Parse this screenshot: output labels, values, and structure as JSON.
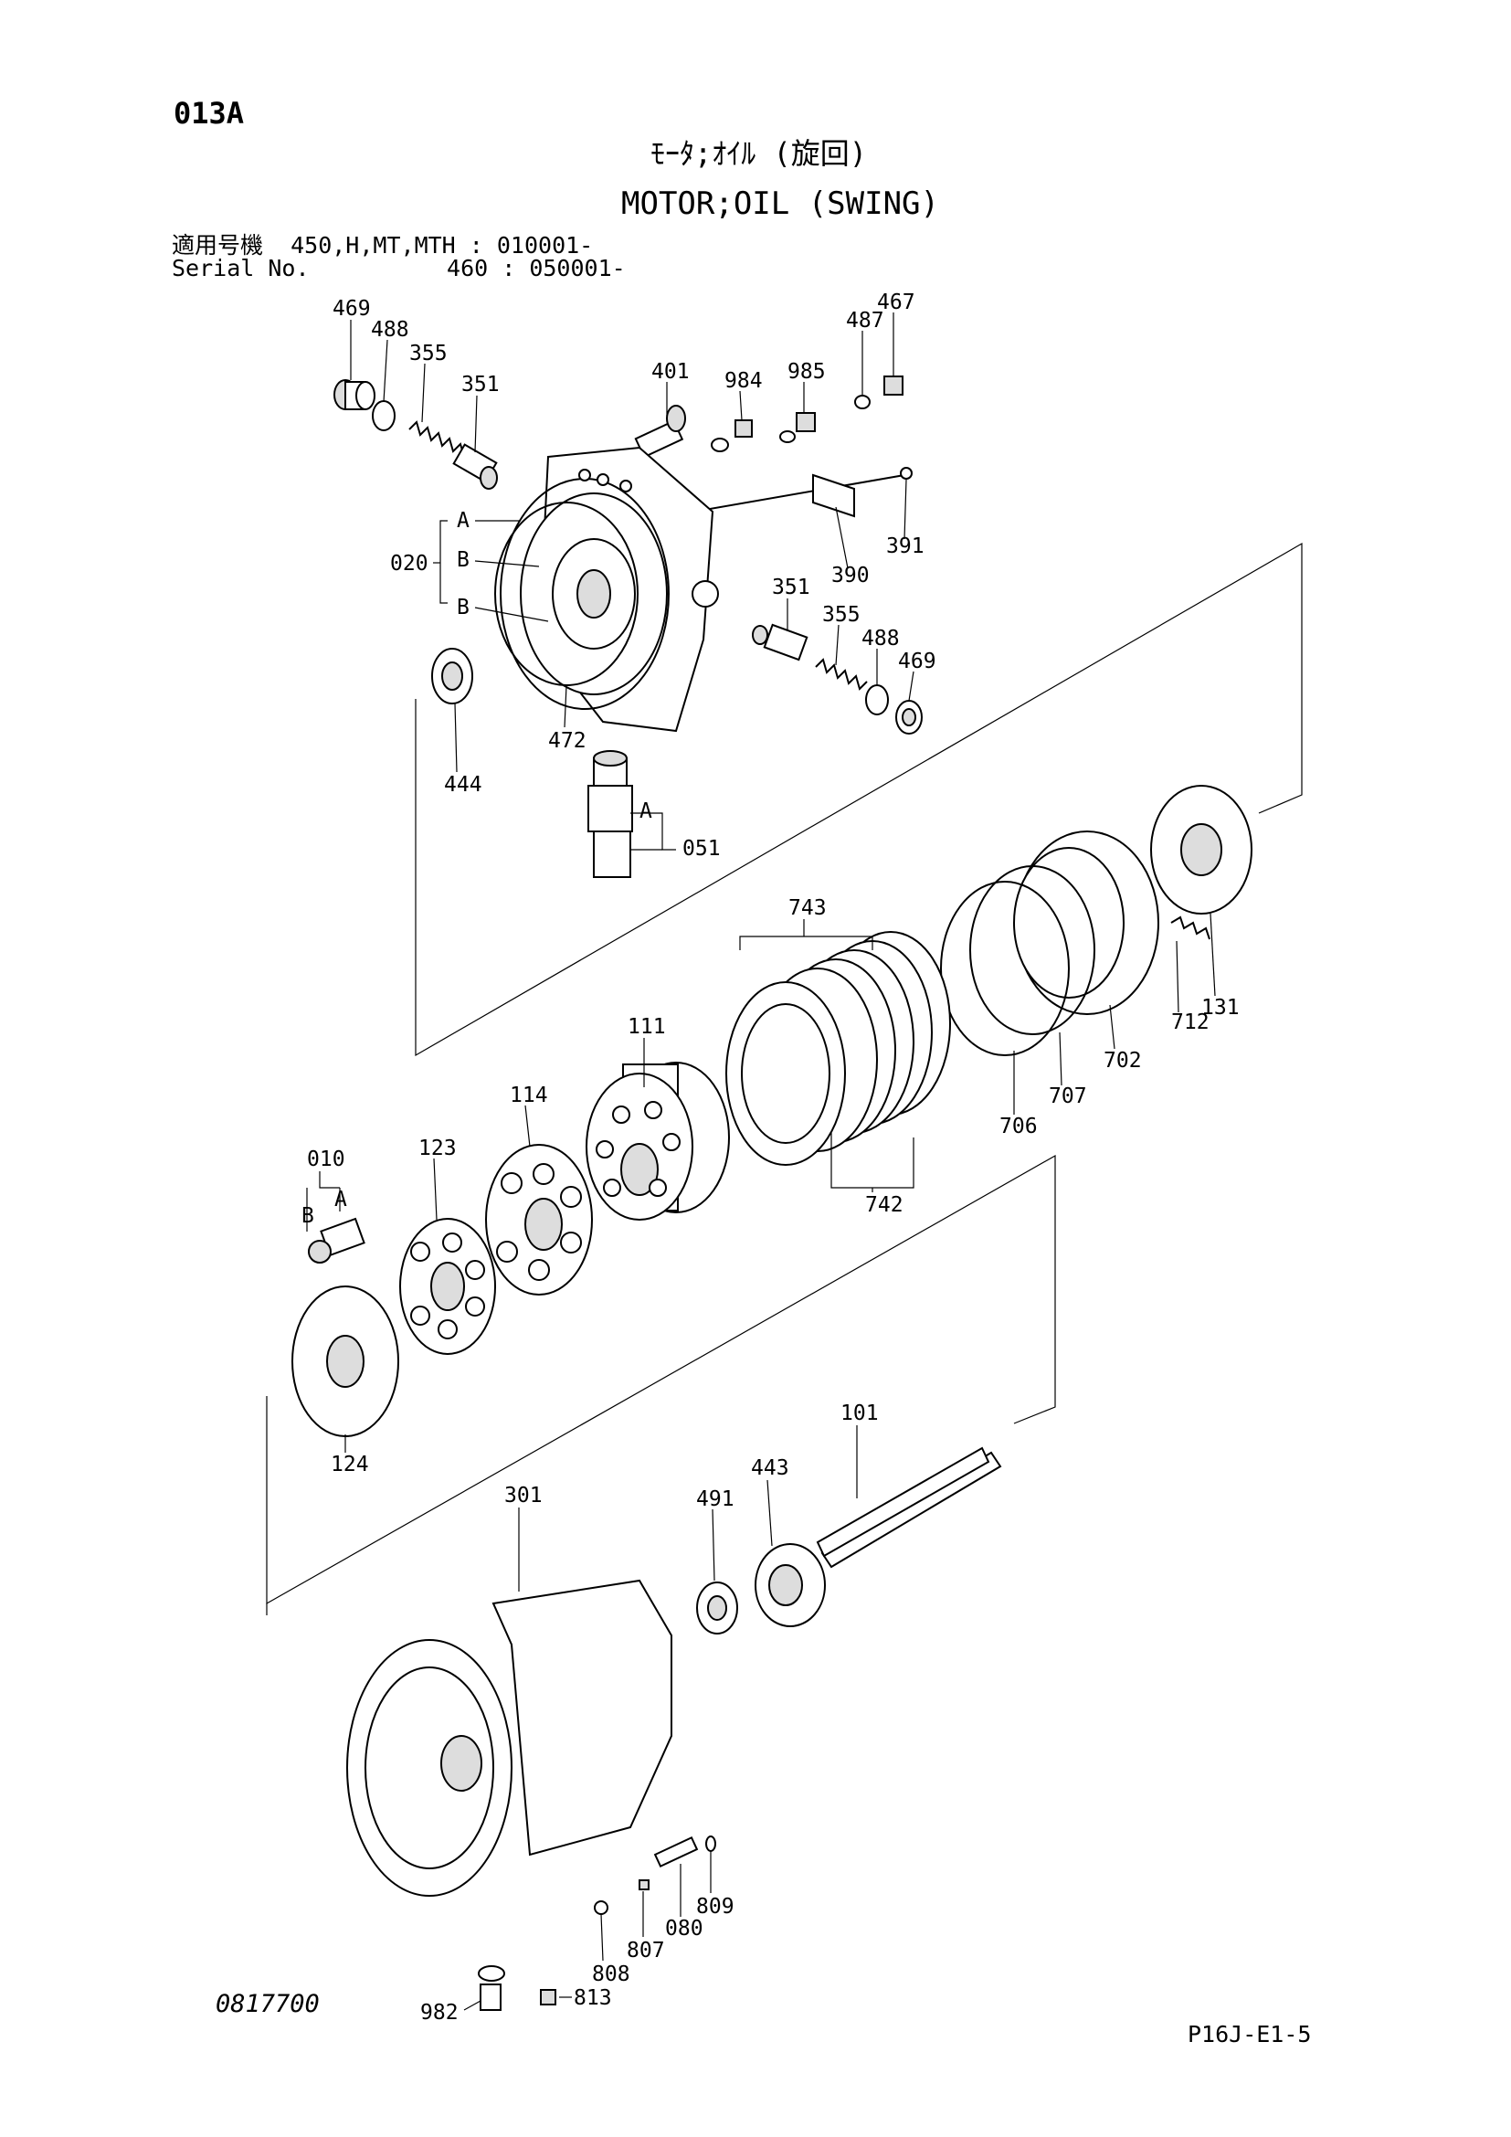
{
  "header": {
    "page_code": "013A",
    "title_jp": "ﾓｰﾀ;ｵｲﾙ (旋回)",
    "title_en": "MOTOR;OIL (SWING)",
    "serial_block": "適用号機  450,H,MT,MTH : 010001-\nSerial No.          460 : 050001-"
  },
  "footer": {
    "drawing_no": "0817700",
    "page_ref": "P16J-E1-5"
  },
  "callouts": {
    "p469a": "469",
    "p488a": "488",
    "p355a": "355",
    "p351a": "351",
    "p401": "401",
    "p984": "984",
    "p985": "985",
    "p487": "487",
    "p467": "467",
    "p391": "391",
    "p390": "390",
    "p020": "020",
    "p351b": "351",
    "p355b": "355",
    "p488b": "488",
    "p469b": "469",
    "p444": "444",
    "p472": "472",
    "p051": "051",
    "p743": "743",
    "p111": "111",
    "p114": "114",
    "p123": "123",
    "p010": "010",
    "p131": "131",
    "p712": "712",
    "p702": "702",
    "p707": "707",
    "p706": "706",
    "p742": "742",
    "p124": "124",
    "p101": "101",
    "p443": "443",
    "p491": "491",
    "p301": "301",
    "p809": "809",
    "p080": "080",
    "p807": "807",
    "p808": "808",
    "p813": "813",
    "p982": "982"
  },
  "sub_labels": {
    "A1": "A",
    "B1": "B",
    "B2": "B",
    "A2": "A",
    "B3": "B",
    "A3": "A"
  }
}
